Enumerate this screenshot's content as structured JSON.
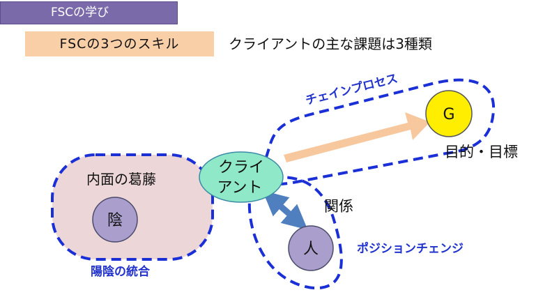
{
  "header": {
    "title": "FSCの学び"
  },
  "skill_box": {
    "label": "FSCの3つのスキル"
  },
  "subtitle": {
    "text": "クライアントの主な課題は3種類"
  },
  "diagram": {
    "client_line1": "クライ",
    "client_line2": "アント",
    "goal_circle": "G",
    "goal_label": "目的・目標",
    "chain_process_label": "チェインプロセス",
    "inner_conflict_label": "内面の葛藤",
    "yin_circle": "陰",
    "yin_yang_label": "陽陰の統合",
    "relation_label": "関係",
    "person_circle": "人",
    "position_change_label": "ポジションチェンジ"
  },
  "colors": {
    "header_bg": "#7a6aaa",
    "skill_bg": "#f9cfa8",
    "dash_blue": "#1a2fd6",
    "label_blue": "#2233cc",
    "client_fill": "#8fe8c8",
    "goal_fill": "#ffee00",
    "purple_circle": "#aa9fcc",
    "conflict_bg": "#ecd6d8",
    "arrow_orange": "#f7c79e",
    "arrow_blue": "#4f7fbf"
  }
}
